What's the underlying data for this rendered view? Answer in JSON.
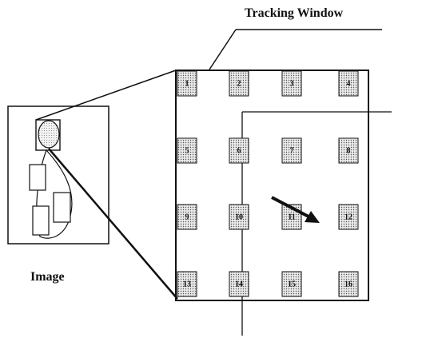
{
  "figure": {
    "title": "Tracking Window",
    "image_label": "Image",
    "cells": [
      {
        "label": "1"
      },
      {
        "label": "2"
      },
      {
        "label": "3"
      },
      {
        "label": "4"
      },
      {
        "label": "5"
      },
      {
        "label": "6"
      },
      {
        "label": "7"
      },
      {
        "label": "8"
      },
      {
        "label": "9"
      },
      {
        "label": "10"
      },
      {
        "label": "11"
      },
      {
        "label": "12"
      },
      {
        "label": "13"
      },
      {
        "label": "14"
      },
      {
        "label": "15"
      },
      {
        "label": "16"
      }
    ]
  }
}
